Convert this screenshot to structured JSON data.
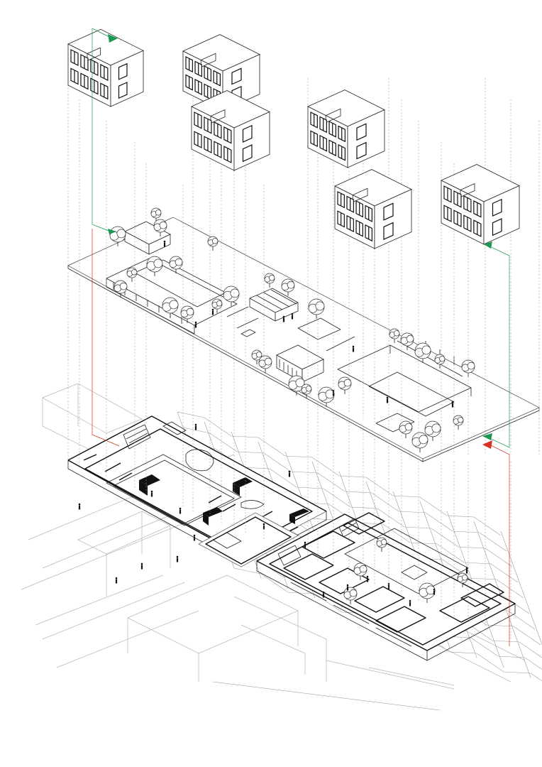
{
  "diagram": {
    "kind": "exploded-axonometric",
    "background": "#ffffff",
    "line_color": "#222222",
    "circulation_arrows": [
      {
        "color": "#1a9850",
        "name": "green-arrow"
      },
      {
        "color": "#d7301f",
        "name": "red-arrow"
      }
    ]
  }
}
